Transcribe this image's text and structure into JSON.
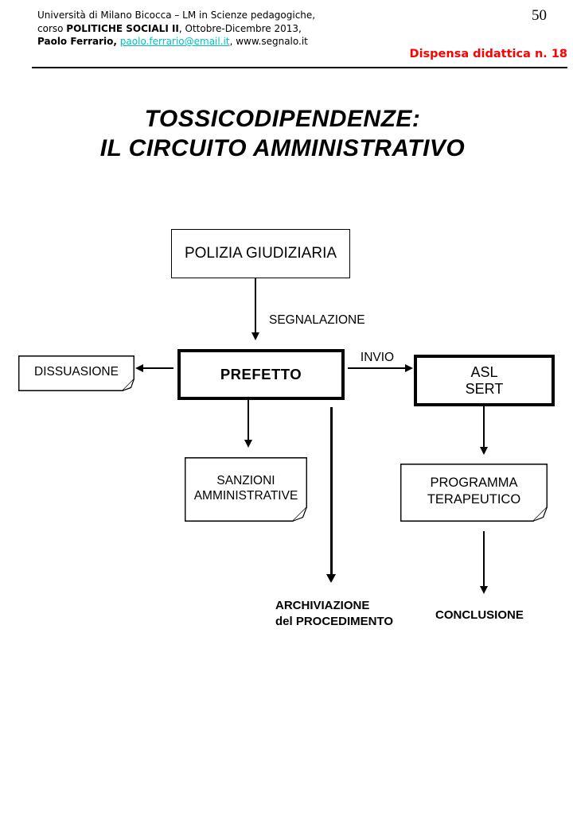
{
  "page": {
    "number": "50"
  },
  "header": {
    "line1": "Università di Milano Bicocca – LM in Scienze pedagogiche,",
    "line2_prefix": "corso ",
    "line2_bold": "POLITICHE SOCIALI II",
    "line2_suffix": ", Ottobre-Dicembre 2013,",
    "line3_bold": "Paolo Ferrario,",
    "line3_link": "paolo.ferrario@email.it",
    "line3_suffix": ", www.segnalo.it",
    "dispensa_label": "Dispensa didattica n. 18",
    "colors": {
      "dispensa_red": "#ff0000",
      "link_teal": "#00c0c0"
    }
  },
  "title": {
    "line1": "TOSSICODIPENDENZE:",
    "line2": "IL CIRCUITO AMMINISTRATIVO"
  },
  "diagram": {
    "nodes": {
      "polizia": {
        "label": "POLIZIA GIUDIZIARIA"
      },
      "prefetto": {
        "label": "PREFETTO"
      },
      "asl": {
        "line1": "ASL",
        "line2": "SERT"
      },
      "dissuasione": {
        "label": "DISSUASIONE"
      },
      "sanzioni": {
        "line1": "SANZIONI",
        "line2": "AMMINISTRATIVE"
      },
      "programma": {
        "line1": "PROGRAMMA",
        "line2": "TERAPEUTICO"
      }
    },
    "edge_labels": {
      "segnalazione": "SEGNALAZIONE",
      "invio": "INVIO"
    },
    "outcomes": {
      "archiviazione_line1": "ARCHIVIAZIONE",
      "archiviazione_line2": "del PROCEDIMENTO",
      "conclusione": "CONCLUSIONE"
    }
  }
}
